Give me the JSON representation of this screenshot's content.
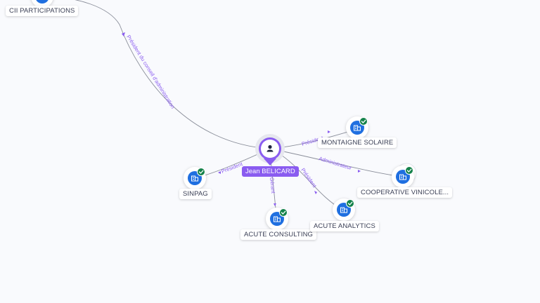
{
  "colors": {
    "edge": "#8a8e9a",
    "edge_label": "#8a5cf0",
    "person_ring": "#8a5cf0",
    "company_fill": "#1f6fe0",
    "check_badge": "#14824a",
    "label_bg": "#ffffff"
  },
  "person": {
    "name": "Jean BELICARD",
    "icon": "person-icon"
  },
  "companies": {
    "cii": {
      "name": "CII PARTICIPATIONS",
      "icon": "building-icon",
      "verified": true
    },
    "montaigne": {
      "name": "MONTAIGNE SOLAIRE",
      "icon": "building-icon",
      "verified": true
    },
    "cooperative": {
      "name": "COOPERATIVE VINICOLE...",
      "icon": "building-icon",
      "verified": true,
      "stacked": true
    },
    "sinpag": {
      "name": "SINPAG",
      "icon": "building-icon",
      "verified": true
    },
    "consulting": {
      "name": "ACUTE CONSULTING",
      "icon": "building-icon",
      "verified": true
    },
    "analytics": {
      "name": "ACUTE ANALYTICS",
      "icon": "building-icon",
      "verified": true
    }
  },
  "relations": {
    "cii": "Président du conseil d'administration",
    "montaigne": "Président",
    "cooperative": "Administrateur",
    "sinpag": "Président",
    "consulting": "Gérant",
    "analytics": "Président"
  }
}
